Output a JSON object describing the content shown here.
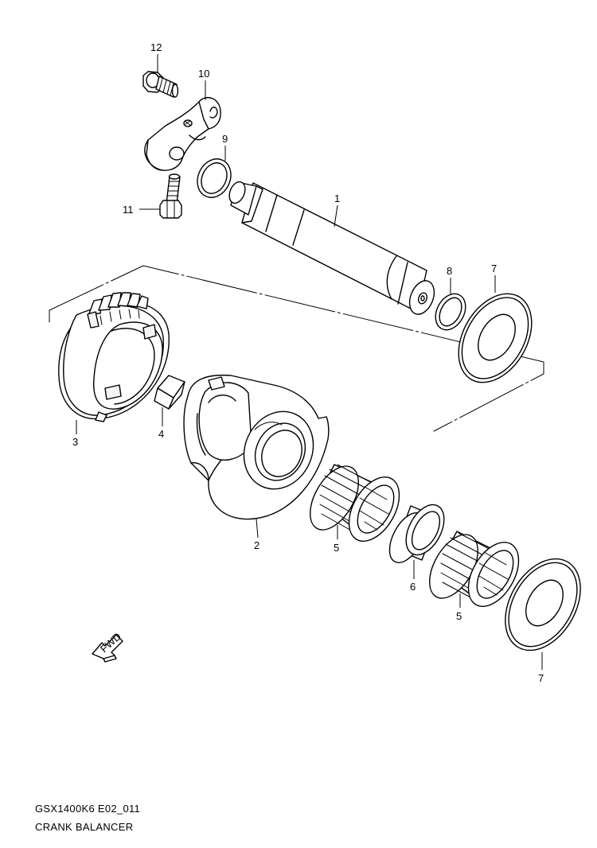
{
  "callouts": {
    "c1": "1",
    "c2": "2",
    "c3": "3",
    "c4": "4",
    "c5a": "5",
    "c5b": "5",
    "c6": "6",
    "c7a": "7",
    "c7b": "7",
    "c8": "8",
    "c9": "9",
    "c10": "10",
    "c11": "11",
    "c12": "12"
  },
  "fwd_label": "FWD",
  "caption": {
    "model_code": "GSX1400K6 E02_011",
    "title": "CRANK BALANCER"
  }
}
